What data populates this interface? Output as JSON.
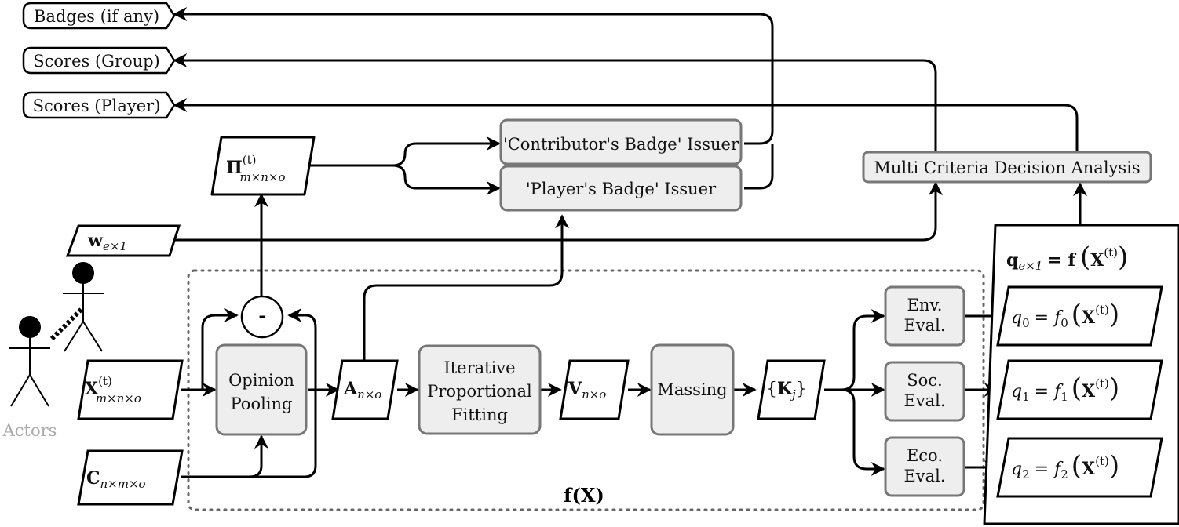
{
  "outputs": {
    "badges": "Badges (if any)",
    "scores_group": "Scores (Group)",
    "scores_player": "Scores (Player)"
  },
  "issuers": {
    "contributor": "'Contributor's Badge' Issuer",
    "player": "'Player's Badge' Issuer"
  },
  "mcda": "Multi Criteria Decision Analysis",
  "inputs": {
    "pi": {
      "base": "Π",
      "sup": "(t)",
      "sub": "m×n×o"
    },
    "w": {
      "base": "w",
      "sub": "e×1"
    },
    "x": {
      "base": "X",
      "sup": "(t)",
      "sub": "m×n×o"
    },
    "c": {
      "base": "C",
      "sub": "n×m×o"
    }
  },
  "actors_label": "Actors",
  "difference_op": "-",
  "process": {
    "opinion_pooling": [
      "Opinion",
      "Pooling"
    ],
    "a": {
      "base": "A",
      "sub": "n×o"
    },
    "ipf": [
      "Iterative",
      "Proportional",
      "Fitting"
    ],
    "v": {
      "base": "V",
      "sub": "n×o"
    },
    "massing": "Massing",
    "k": {
      "open": "{",
      "base": "K",
      "sub": "j",
      "close": "}"
    }
  },
  "evals": {
    "env": [
      "Env.",
      "Eval."
    ],
    "soc": [
      "Soc.",
      "Eval."
    ],
    "eco": [
      "Eco.",
      "Eval."
    ]
  },
  "f_label": {
    "base": "f",
    "arg": "(X)"
  },
  "q_panel": {
    "header": {
      "q": "q",
      "sub": "e×1",
      "eq": "= f",
      "arg": "X",
      "sup": "(t)"
    },
    "q0": {
      "q": "q",
      "sub": "0",
      "eq": "= f",
      "fsub": "0",
      "arg": "X",
      "sup": "(t)"
    },
    "q1": {
      "q": "q",
      "sub": "1",
      "eq": "= f",
      "fsub": "1",
      "arg": "X",
      "sup": "(t)"
    },
    "q2": {
      "q": "q",
      "sub": "2",
      "eq": "= f",
      "fsub": "2",
      "arg": "X",
      "sup": "(t)"
    }
  },
  "colors": {
    "box_fill": "#eeeeee",
    "box_stroke": "#777777",
    "actors_text": "#aaaaaa",
    "line": "#000000"
  }
}
